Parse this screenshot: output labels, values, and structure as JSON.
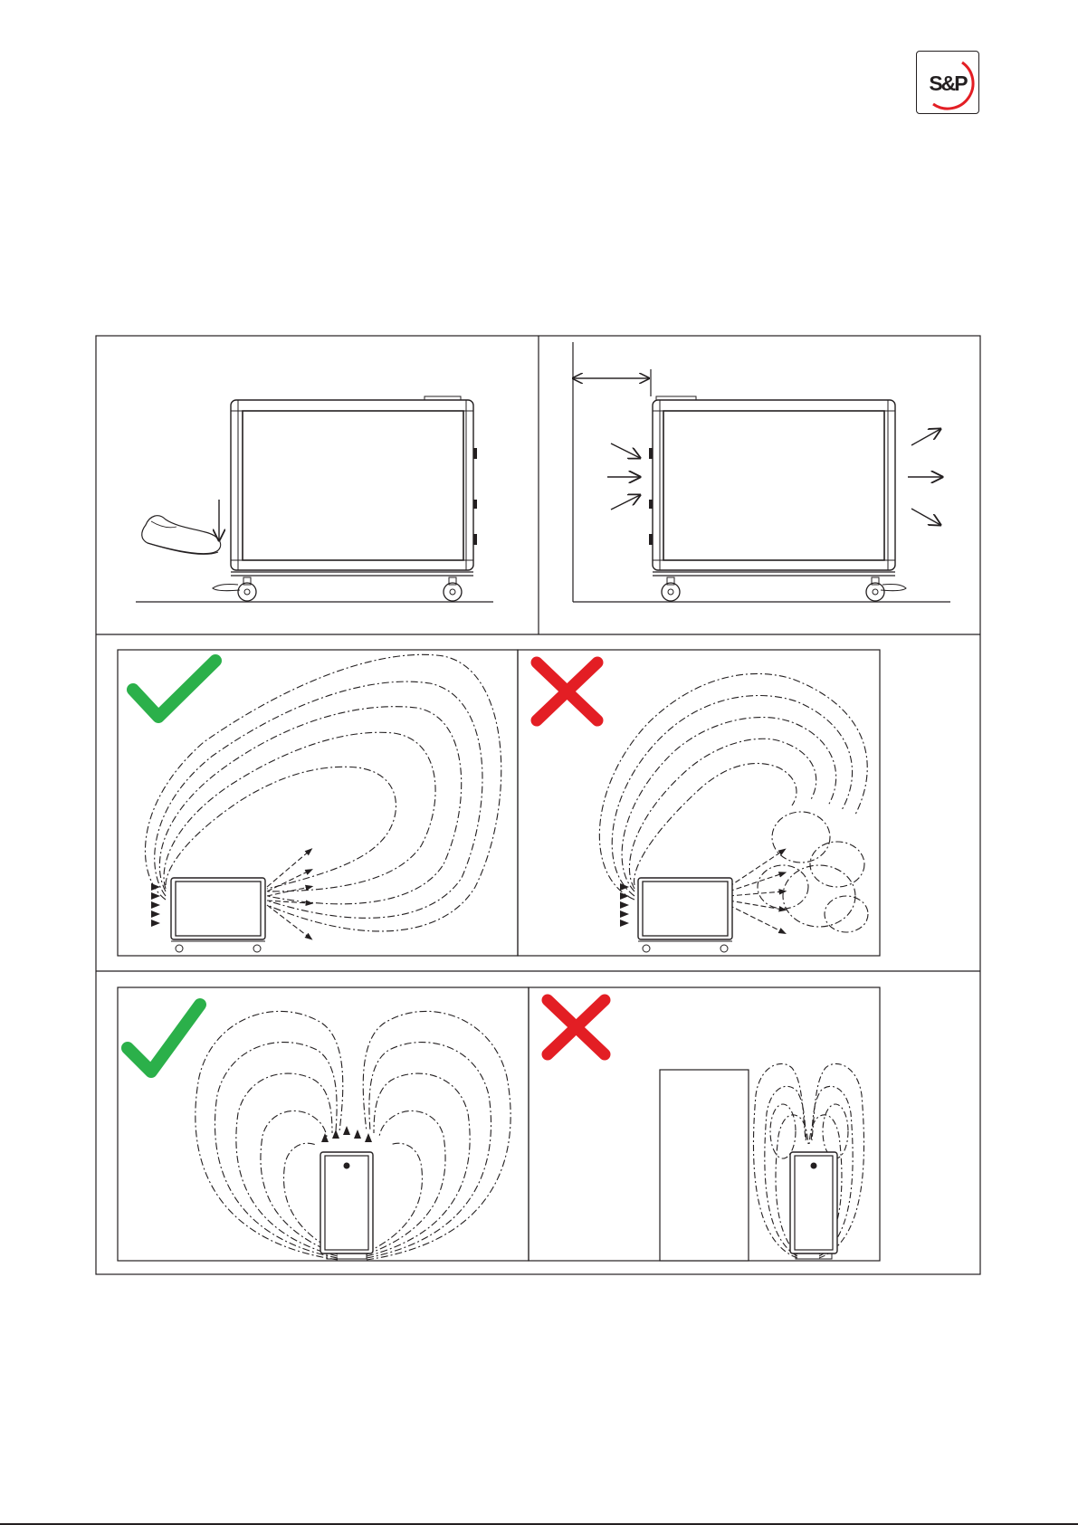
{
  "brand": {
    "logo_text": "S&P",
    "logo_color": "#231f20",
    "accent_color": "#e31e24"
  },
  "panels": {
    "top_left": {
      "icons": [
        "foot-press-icon",
        "down-arrow-icon",
        "caster-brake-icon"
      ]
    },
    "top_right": {
      "icons": [
        "inlet-arrow-icon",
        "outlet-arrow-icon",
        "wall-clearance-icon"
      ]
    },
    "middle_left": {
      "verdict": "correct",
      "icon": "check-mark-icon",
      "color": "#2bb04a"
    },
    "middle_right": {
      "verdict": "incorrect",
      "icon": "cross-mark-icon",
      "color": "#e31e24"
    },
    "bottom_left": {
      "verdict": "correct",
      "icon": "check-mark-icon",
      "color": "#2bb04a"
    },
    "bottom_right": {
      "verdict": "incorrect",
      "icon": "cross-mark-icon",
      "color": "#e31e24"
    }
  }
}
